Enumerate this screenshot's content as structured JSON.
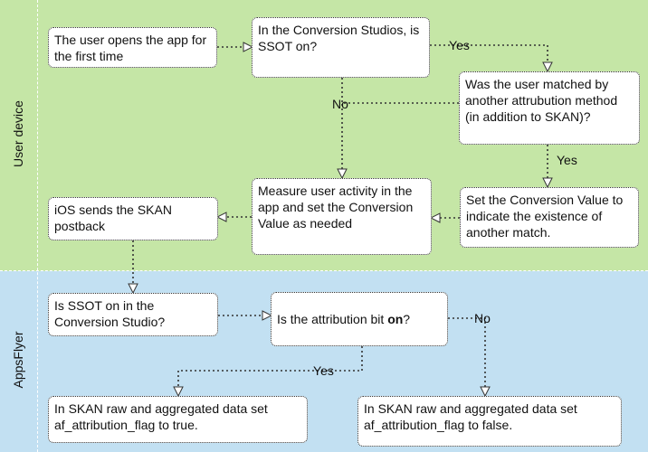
{
  "lanes": {
    "top_label": "User device",
    "bottom_label": "AppsFlyer"
  },
  "nodes": {
    "opens_app": "The user opens the app for the first time",
    "ssot_on_studios": "In the Conversion Studios, is SSOT on?",
    "matched_other": "Was the user matched by another attrubution method (in addition to SKAN)?",
    "set_cv_match": "Set the Conversion Value to indicate the existence of another match.",
    "measure_activity": "Measure user activity in the app and set the Conversion Value as needed",
    "ios_postback": "iOS sends the SKAN postback",
    "ssot_on_studio": "Is SSOT on in the Conversion Studio?",
    "attribution_bit": {
      "before": "Is the attribution bit ",
      "bold": "on",
      "after": "?"
    },
    "flag_true": "In SKAN raw and aggregated data set af_attribution_flag to true.",
    "flag_false": "In SKAN raw and aggregated data set af_attribution_flag to false."
  },
  "edge_labels": {
    "yes_1": "Yes",
    "no_1": "No",
    "yes_2": "Yes",
    "no_2": "No",
    "yes_3": "Yes"
  },
  "colors": {
    "top_lane": "#c5e6a6",
    "bottom_lane": "#c2e0f2",
    "node_fill": "#ffffff",
    "edge_stroke": "#333333"
  }
}
